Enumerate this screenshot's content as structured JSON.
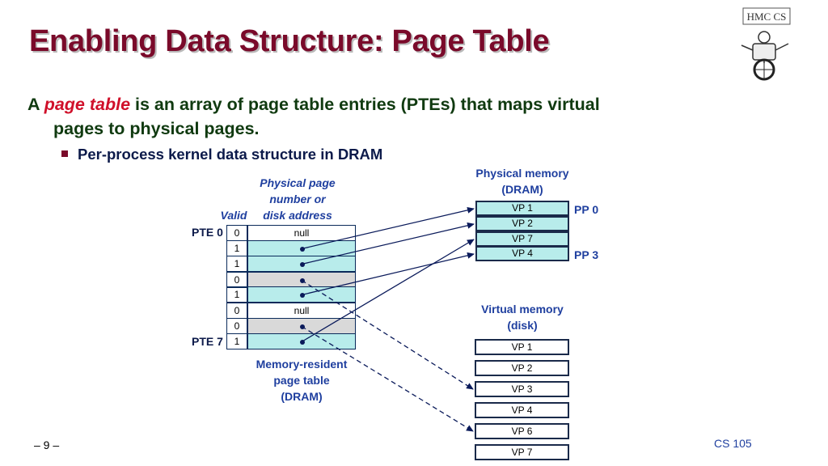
{
  "title": "Enabling Data Structure: Page Table",
  "bullet1": {
    "prefix": "A ",
    "emphasis": "page table",
    "rest": " is an array of page table entries (PTEs) that maps virtual",
    "line2": "pages to physical pages."
  },
  "bullet2": "Per-process kernel data structure in DRAM",
  "page_table": {
    "header_valid": "Valid",
    "header_address_lines": [
      "Physical page",
      "number or",
      "disk address"
    ],
    "pte_first_label": "PTE 0",
    "pte_last_label": "PTE 7",
    "rows": [
      {
        "valid": "0",
        "address": "null",
        "kind": "null",
        "target": ""
      },
      {
        "valid": "1",
        "address": "",
        "kind": "ptr",
        "target": "VP 1"
      },
      {
        "valid": "1",
        "address": "",
        "kind": "ptr",
        "target": "VP 2"
      },
      {
        "valid": "0",
        "address": "",
        "kind": "disk",
        "target": "VP 3"
      },
      {
        "valid": "1",
        "address": "",
        "kind": "ptr",
        "target": "VP 4"
      },
      {
        "valid": "0",
        "address": "null",
        "kind": "null",
        "target": ""
      },
      {
        "valid": "0",
        "address": "",
        "kind": "disk",
        "target": "VP 6"
      },
      {
        "valid": "1",
        "address": "",
        "kind": "ptr",
        "target": "VP 7"
      }
    ],
    "caption_lines": [
      "Memory-resident",
      "page table",
      "(DRAM)"
    ]
  },
  "physical_memory": {
    "title_lines": [
      "Physical memory",
      "(DRAM)"
    ],
    "pages": [
      "VP 1",
      "VP 2",
      "VP 7",
      "VP 4"
    ],
    "first_label": "PP 0",
    "last_label": "PP 3"
  },
  "virtual_memory": {
    "title_lines": [
      "Virtual memory",
      "(disk)"
    ],
    "pages": [
      "VP 1",
      "VP 2",
      "VP 3",
      "VP 4",
      "VP 6",
      "VP 7"
    ]
  },
  "logo_text": "HMC CS",
  "footer": {
    "page_number": "– 9 –",
    "course": "CS 105"
  },
  "colors": {
    "title": "#7a0a2a",
    "emphasis": "#d0102a",
    "bullet_text": "#103a10",
    "diagram_text": "#1f3f9f",
    "physical_page_fill": "#b8eceb",
    "invalid_row_fill": "#d9d9d9",
    "table_row_fill": "#b8eceb",
    "arrow": "#0a1a5a"
  }
}
